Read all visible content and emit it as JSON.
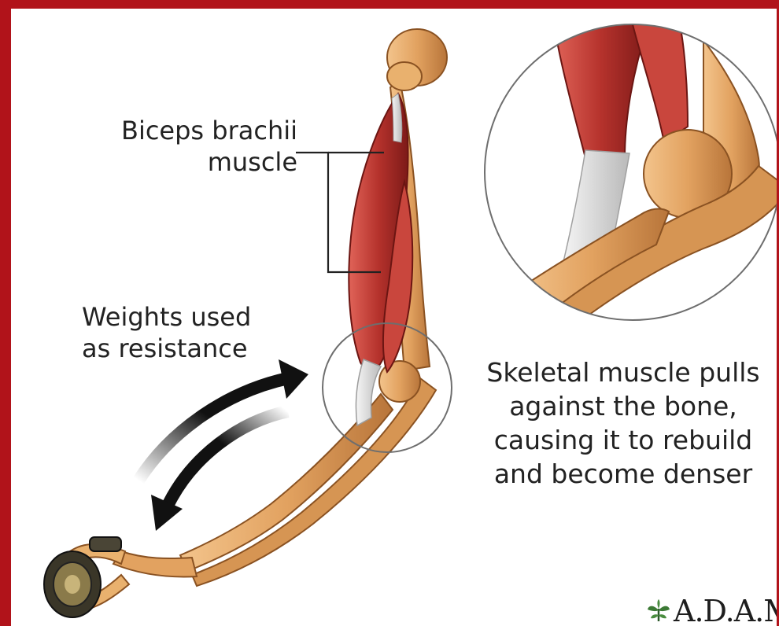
{
  "labels": {
    "biceps": [
      "Biceps brachii",
      "muscle"
    ],
    "weights": [
      "Weights used",
      "as resistance"
    ],
    "caption": [
      "Skeletal muscle pulls",
      "against the bone,",
      "causing it to rebuild",
      "and become denser"
    ]
  },
  "logo": {
    "text": "A.D.A.M.",
    "icon": "adam-leaf-icon"
  },
  "colors": {
    "frame": "#b1131a",
    "muscle": "#b5322c",
    "bone": "#e5a35c",
    "tendon": "#dcdcdc",
    "arrow": "#111111"
  }
}
